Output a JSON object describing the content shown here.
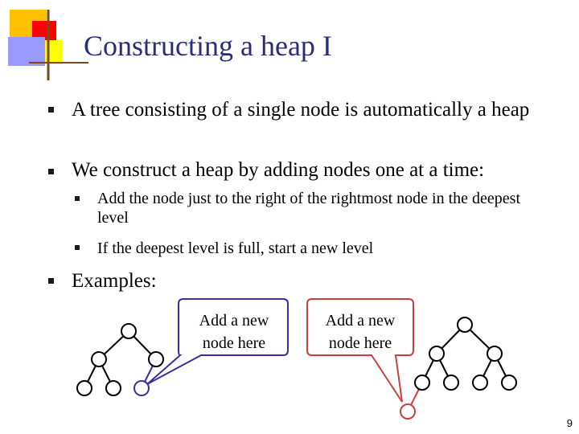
{
  "slide": {
    "title": "Constructing a heap I",
    "bullets": [
      "A tree consisting of a single node is automatically a heap",
      "We construct a heap by adding nodes one at a time:"
    ],
    "sub_bullets": [
      "Add the node just to the right of the rightmost node in the deepest level",
      "If the deepest level is full, start a new level"
    ],
    "examples_bullet": "Examples:",
    "callout_left": "Add a new node here",
    "callout_right": "Add a new node here",
    "page_number": "9"
  },
  "colors": {
    "title": "#2c2c7a",
    "left_callout_border": "#3a2fa0",
    "right_callout_border": "#c84040",
    "new_node_left": "#3a2fa0",
    "new_node_right": "#c84040"
  }
}
